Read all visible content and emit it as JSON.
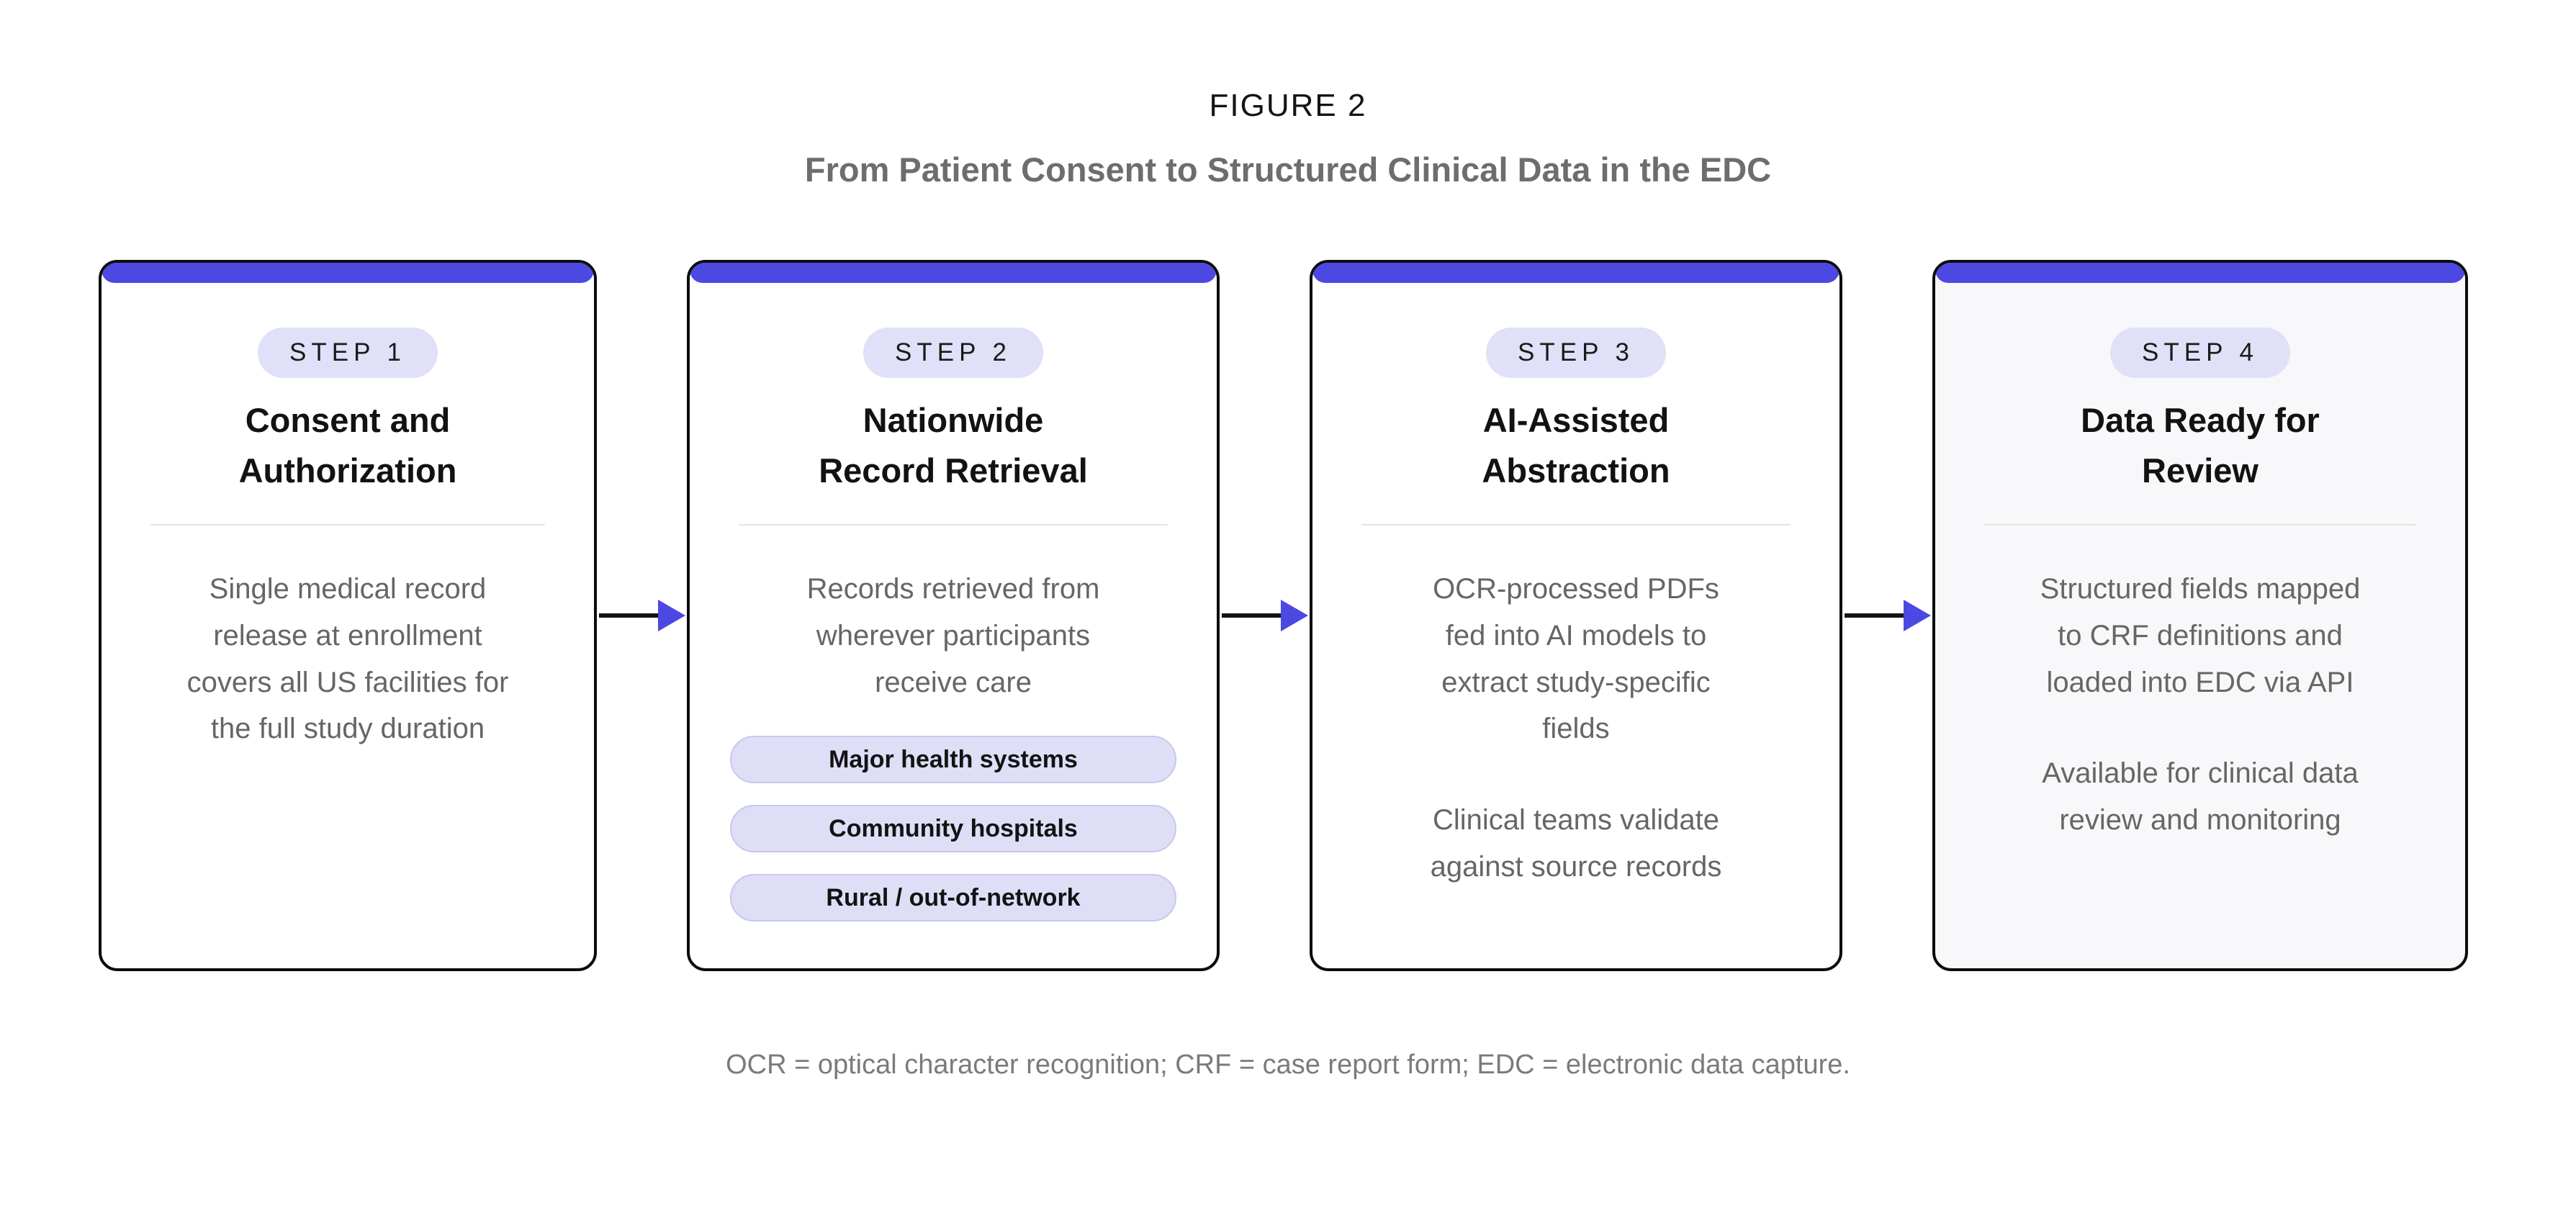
{
  "figure": {
    "label": "FIGURE 2",
    "title": "From Patient Consent to Structured Clinical Data in the EDC"
  },
  "steps": [
    {
      "badge": "STEP 1",
      "title": "Consent and\nAuthorization",
      "paragraphs": [
        "Single medical record release at enrollment covers all US facilities for the full study duration"
      ]
    },
    {
      "badge": "STEP 2",
      "title": "Nationwide\nRecord Retrieval",
      "paragraphs": [
        "Records retrieved from wherever participants receive care"
      ],
      "chips": [
        "Major health systems",
        "Community hospitals",
        "Rural / out-of-network"
      ]
    },
    {
      "badge": "STEP 3",
      "title": "AI-Assisted\nAbstraction",
      "paragraphs": [
        "OCR-processed PDFs fed into AI models to extract study-specific fields",
        "Clinical teams validate against source records"
      ]
    },
    {
      "badge": "STEP 4",
      "title": "Data Ready for\nReview",
      "paragraphs": [
        "Structured fields mapped to CRF definitions and loaded into EDC via API",
        "Available for clinical data review and monitoring"
      ]
    }
  ],
  "footnote": "OCR = optical character recognition; CRF = case report form; EDC = electronic data capture.",
  "colors": {
    "accent": "#4b49e2",
    "badge_bg": "#e0e0f8",
    "chip_bg": "#dedff7",
    "card4_bg": "#f8f8fa",
    "border": "#0c0c0c",
    "body_text": "#666666"
  }
}
